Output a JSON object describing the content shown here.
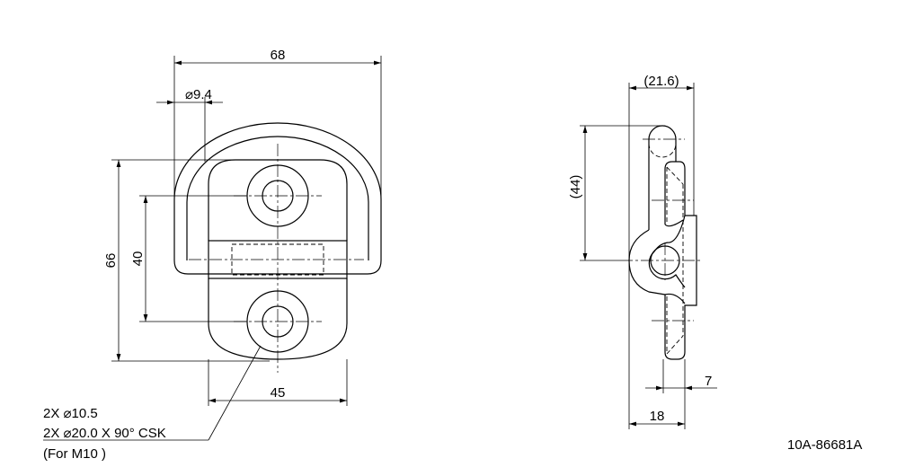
{
  "front_view": {
    "dim_width_overall": "68",
    "dim_pin_diameter": "⌀9.4",
    "dim_height_overall": "66",
    "dim_hole_spacing": "40",
    "dim_plate_width": "45",
    "note_line1": "2X ⌀10.5",
    "note_line2": "2X ⌀20.0 X 90° CSK",
    "note_line3": "(For M10 )"
  },
  "side_view": {
    "dim_depth_overall": "(21.6)",
    "dim_ring_height": "(44)",
    "dim_plate_thickness": "7",
    "dim_depth": "18"
  },
  "part_number": "10A-86681A"
}
